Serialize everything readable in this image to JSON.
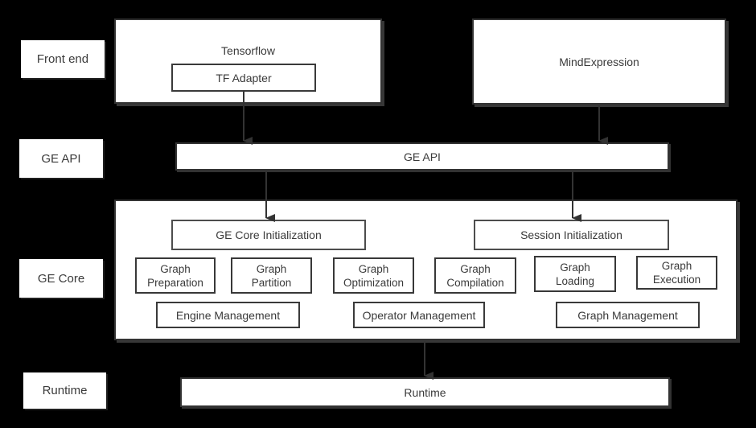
{
  "diagram": {
    "row_labels": [
      {
        "label": "Front end"
      },
      {
        "label": "GE API"
      },
      {
        "label": "GE Core"
      },
      {
        "label": "Runtime"
      }
    ],
    "frontend": {
      "tensorflow_title": "Tensorflow",
      "tf_adapter_label": "TF Adapter",
      "mindexpression_title": "MindExpression"
    },
    "ge_api": {
      "label": "GE API"
    },
    "ge_core": {
      "init_boxes": [
        {
          "label": "GE Core Initialization"
        },
        {
          "label": "Session Initialization"
        }
      ],
      "stage_boxes": [
        {
          "line1": "Graph",
          "line2": "Preparation"
        },
        {
          "line1": "Graph",
          "line2": "Partition"
        },
        {
          "line1": "Graph",
          "line2": "Optimization"
        },
        {
          "line1": "Graph",
          "line2": "Compilation"
        },
        {
          "line1": "Graph",
          "line2": "Loading"
        },
        {
          "line1": "Graph",
          "line2": "Execution"
        }
      ],
      "management_boxes": [
        {
          "label": "Engine Management"
        },
        {
          "label": "Operator Management"
        },
        {
          "label": "Graph Management"
        }
      ]
    },
    "runtime": {
      "label": "Runtime"
    },
    "colors": {
      "background": "#000000",
      "box_fill": "#ffffff",
      "border": "#333333",
      "text": "#3a3a3a",
      "arrow": "#333333"
    }
  }
}
